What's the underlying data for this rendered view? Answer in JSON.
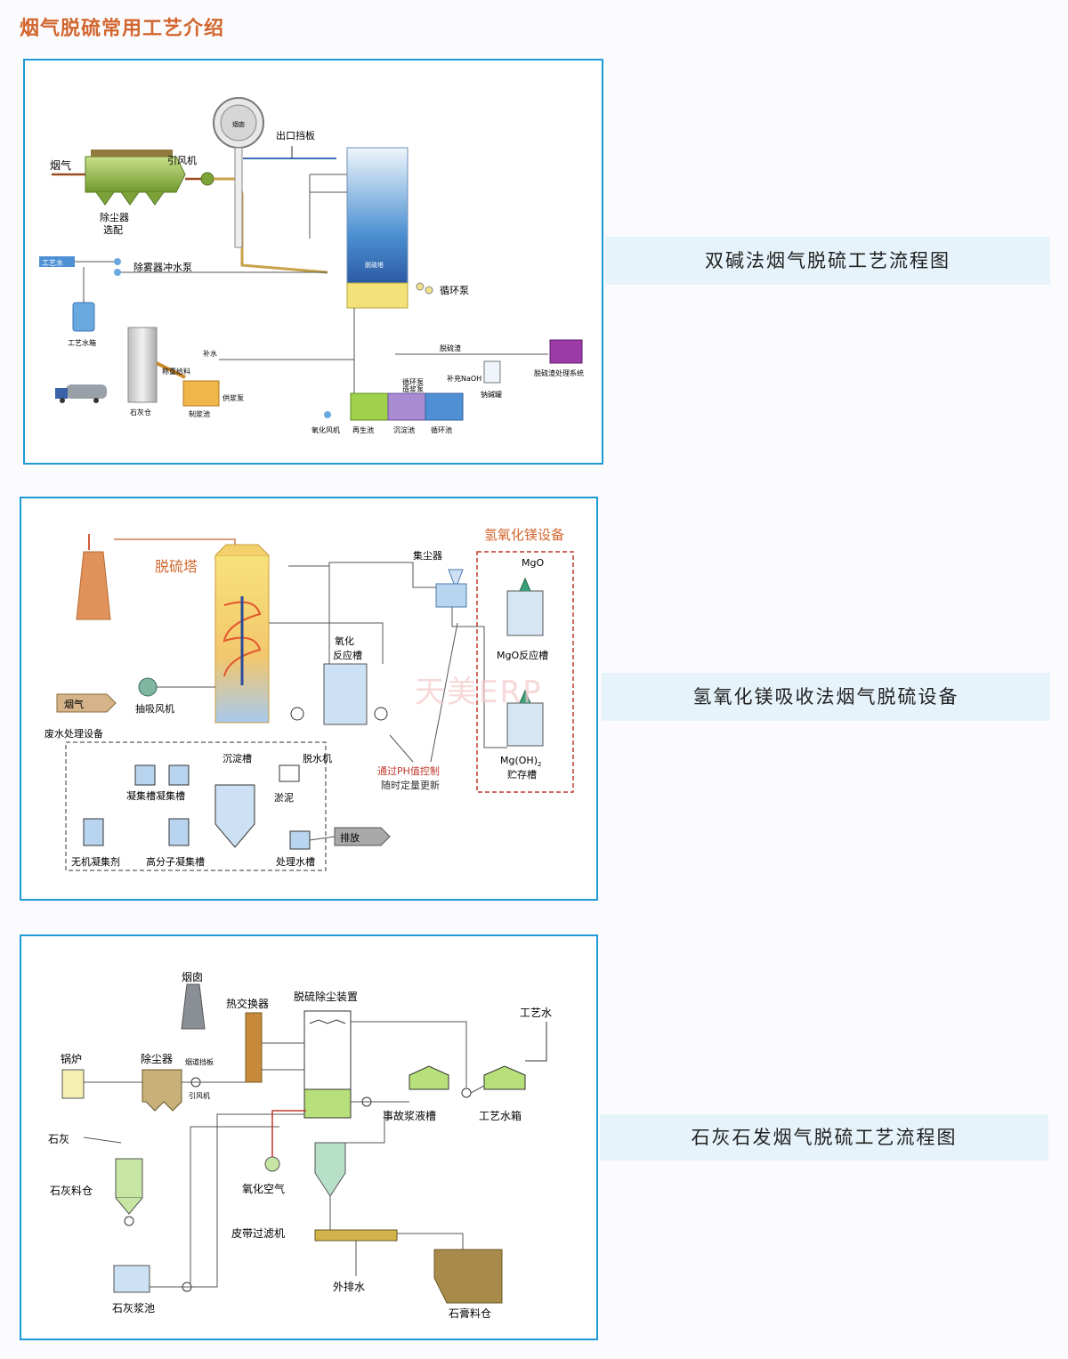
{
  "page_title": "烟气脱硫常用工艺介绍",
  "watermark": "天美ERP",
  "diagram1": {
    "caption": "双碱法烟气脱硫工艺流程图",
    "labels": {
      "yanqi": "烟气",
      "yinfengji": "引风机",
      "chuchenqi": "除尘器",
      "xuanpei": "选配",
      "chukou": "出口挡板",
      "yantong": "烟囱",
      "tuoliuta": "脱硫塔",
      "xunhuanbeng": "循环泵",
      "gongyishui_tag": "工艺水",
      "chuwuqi": "除雾器冲水泵",
      "gongyishuixiang": "工艺水箱",
      "buushui": "补水",
      "tuoliuzha": "脱硫渣",
      "zha_system": "脱硫渣处理系统",
      "xunhuan2": "循环泵",
      "zaoji": "造浆泵",
      "bu_naoh": "补充NaOH",
      "naoh_tank": "钠碱罐",
      "shihuicang": "石灰仓",
      "jiliang": "称重给料",
      "zhijiang": "制浆池",
      "gongjiang": "供浆泵",
      "yanghua": "氧化风机",
      "zaisheng": "再生池",
      "chendian": "沉淀池",
      "xunhuanchi": "循环池"
    }
  },
  "diagram2": {
    "caption": "氢氧化镁吸收法烟气脱硫设备",
    "labels": {
      "tuoliuta": "脱硫塔",
      "yanqi": "烟气",
      "chouxi": "抽吸风机",
      "yanghua": "氧化",
      "fanying": "反应槽",
      "jichenqi": "集尘器",
      "mg_title": "氢氧化镁设备",
      "mgo": "MgO",
      "mgo_tank": "MgO反应槽",
      "mgoh": "Mg(OH)",
      "mgoh_sub": "2",
      "zhucun": "贮存槽",
      "ph1": "通过PH值控制",
      "ph2": "随时定量更新",
      "feishui": "废水处理设备",
      "chenxuan": "沉淀槽",
      "tuoshui": "脱水机",
      "ningji": "凝集槽凝集槽",
      "wuni": "淤泥",
      "wuji": "无机凝集剂",
      "gaofenzi": "高分子凝集槽",
      "chuli": "处理水槽",
      "paifang": "排放"
    }
  },
  "diagram3": {
    "caption": "石灰石发烟气脱硫工艺流程图",
    "labels": {
      "yantong": "烟囱",
      "rejiao": "热交换器",
      "tuoliu": "脱硫除尘装置",
      "gongyishui": "工艺水",
      "guolu": "锅炉",
      "chuchen": "除尘器",
      "dangban": "烟道挡板",
      "yinfeng": "引风机",
      "shigu": "事故浆液槽",
      "shuixiang": "工艺水箱",
      "shihui": "石灰",
      "liaocang": "石灰料仓",
      "yanghua": "氧化空气",
      "pidai": "皮带过滤机",
      "waipai": "外排水",
      "jiangchi": "石灰浆池",
      "shigao": "石膏料仓"
    }
  },
  "colors": {
    "accent_title": "#d2662e",
    "panel_border": "#1e9ad6",
    "caption_bg": "#e6f3fa",
    "mg_dashed": "#c0392b"
  }
}
